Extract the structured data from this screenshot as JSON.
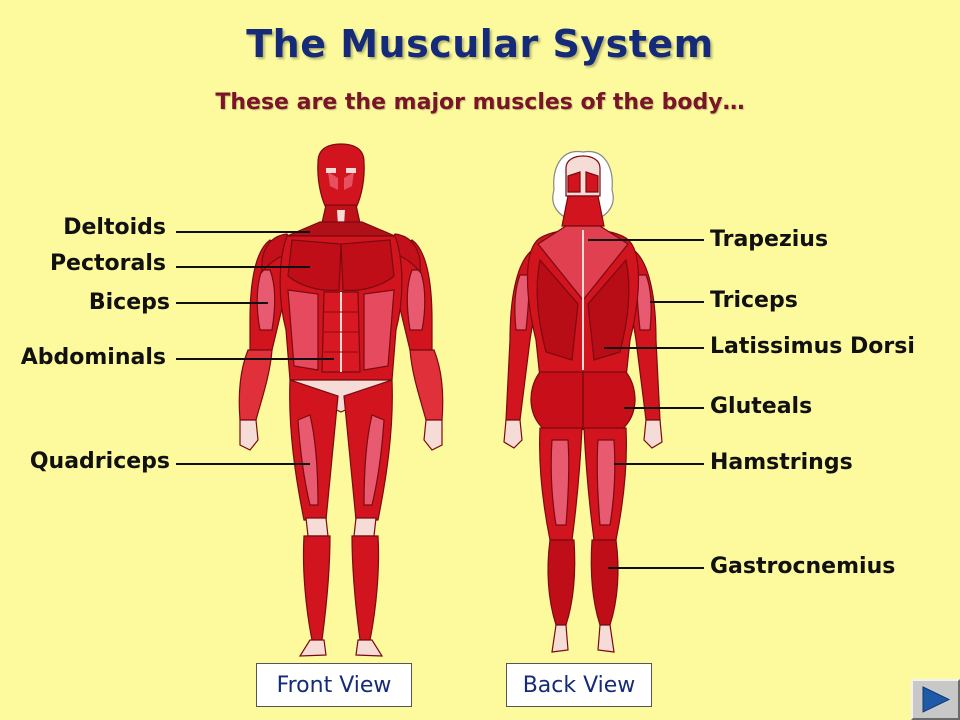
{
  "title": "The Muscular System",
  "subtitle": "These are the major muscles of the body…",
  "front_labels": [
    "Deltoids",
    "Pectorals",
    "Biceps",
    "Abdominals",
    "Quadriceps"
  ],
  "back_labels": [
    "Trapezius",
    "Triceps",
    "Latissimus Dorsi",
    "Gluteals",
    "Hamstrings",
    "Gastrocnemius"
  ],
  "buttons": {
    "front_view": "Front View",
    "back_view": "Back View",
    "next": "next-slide-arrow-icon"
  },
  "colors": {
    "background": "#fcfa9c",
    "title": "#152a78",
    "subtitle": "#7a1428",
    "muscle": "#d2141e",
    "muscle_dark": "#8c0a12",
    "muscle_light": "#f06070",
    "tendon": "#f5dcd6",
    "next_arrow": "#1e5aa8"
  }
}
